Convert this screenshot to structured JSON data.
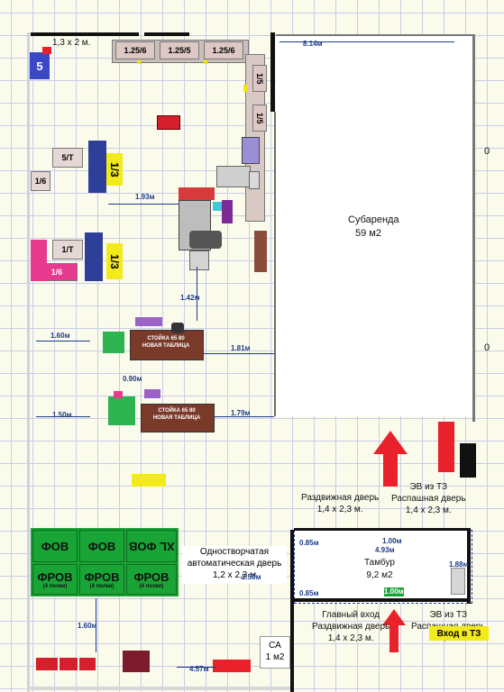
{
  "sublease": {
    "title": "Субаренда",
    "area": "59 м2",
    "width": "8.14м"
  },
  "top_racks": {
    "size_label": "1,3 x 2 м.",
    "labels": [
      "1.25/6",
      "1.25/5",
      "1.25/6"
    ]
  },
  "corner_tag": "5",
  "right_column_racks": [
    "1/5",
    "1/5"
  ],
  "left_racks": [
    "1/3",
    "1/3"
  ],
  "left_rack_codes": [
    "5/Т",
    "1/6",
    "1/Т",
    "1/6"
  ],
  "measurements": {
    "m193": "1.93м",
    "m142": "1.42м",
    "m160a": "1.60м",
    "m181": "1.81м",
    "m090": "0.90м",
    "m150": "1.50м",
    "m179": "1.79м",
    "m160b": "1.60м",
    "m085a": "0.85м",
    "m085b": "0.85м",
    "m100a": "1.00м",
    "m100b": "1.00м",
    "m493": "4.93м",
    "m188": "1.88м",
    "m457": "4.57м",
    "m250": "2.50м"
  },
  "tables": {
    "label_a": "НОВАЯ ТАБЛИЦА",
    "label_b": "СТОЙКА 65 80"
  },
  "doors": {
    "single_auto": "Одностворчатая автоматическая дверь",
    "single_auto_size": "1,2 x 2,3 м",
    "sliding": "Раздвижная дверь",
    "sliding_size": "1,4 x 2,3 м.",
    "ev_top": "ЭВ из ТЗ",
    "swing": "Распашная дверь",
    "swing_size": "1,4 x 2,3 м.",
    "main_entry": "Главный вход",
    "main_sliding": "Раздвижная дверь",
    "main_size": "1,4 x 2,3 м.",
    "ev_bottom": "ЭВ из ТЗ",
    "ev_bottom_size": "1,4 x",
    "swing_bottom": "Распашная дверь"
  },
  "vestibule": {
    "title": "Тамбур",
    "area": "9,2 м2"
  },
  "ca": {
    "title": "СА",
    "area": "1 м2"
  },
  "entry_badge": "Вход в ТЗ",
  "green_racks": {
    "top_row": [
      "ФОВ",
      "ФОВ",
      "ХL ФОВ"
    ],
    "bottom_row": [
      "ФРОВ",
      "ФРОВ",
      "ФРОВ"
    ],
    "shelves": "(4 полки)"
  },
  "edge_marks": [
    "0",
    "0"
  ],
  "colors": {
    "arrow_red": "#e8212a",
    "rack_green": "#19a536",
    "grid": "#c9cce8",
    "floor": "#fbfbec"
  }
}
